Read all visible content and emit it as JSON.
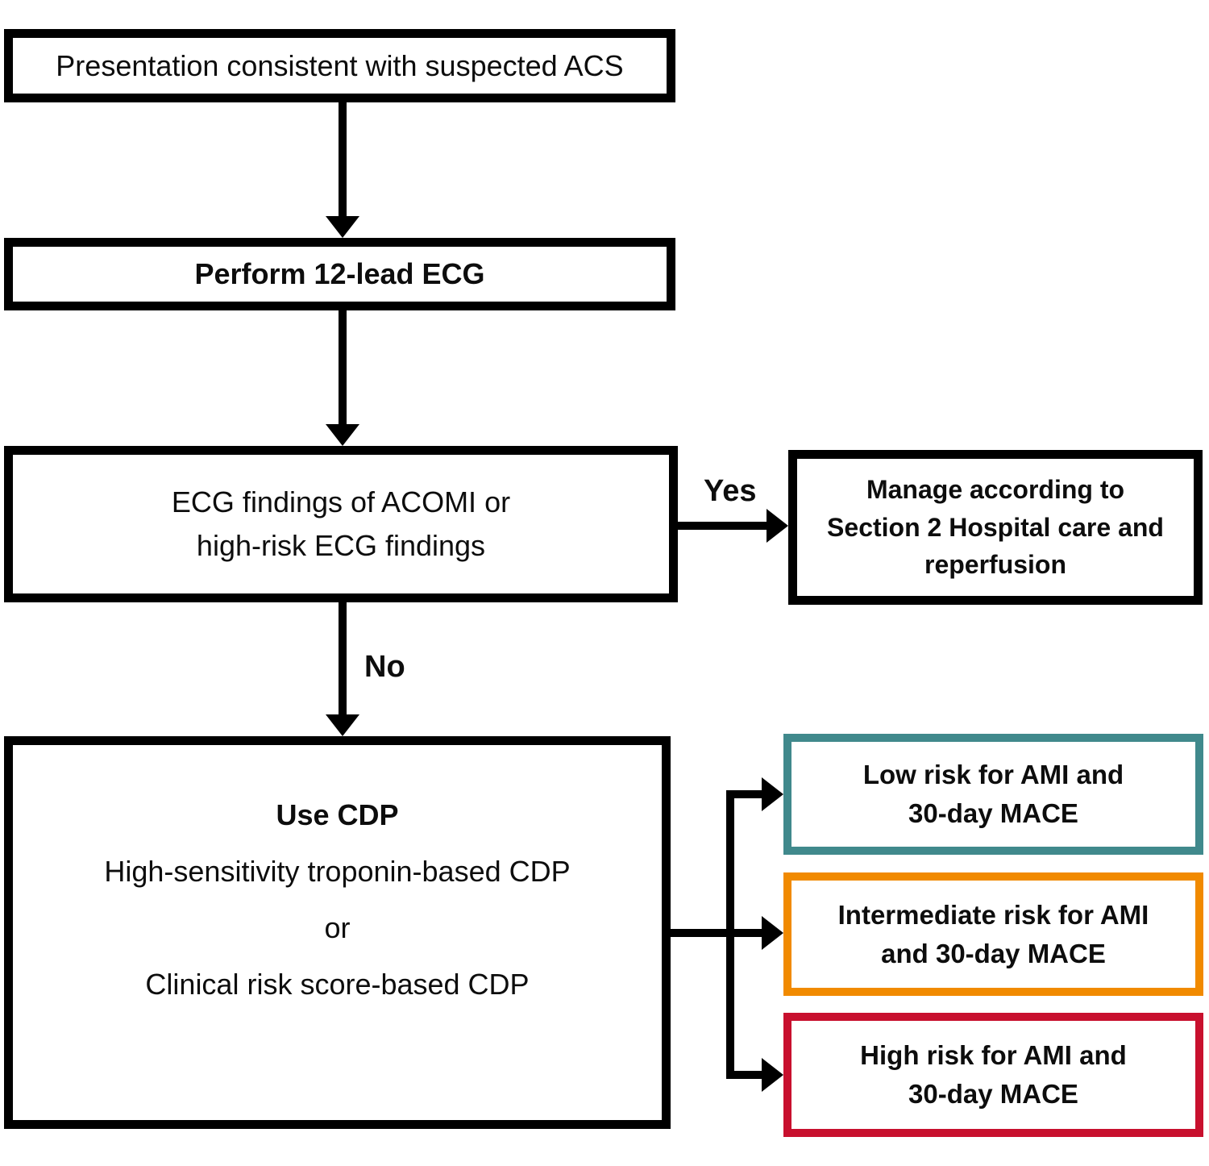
{
  "diagram": {
    "boxes": {
      "presentation": {
        "lines": [
          "Presentation consistent with suspected ACS"
        ]
      },
      "perform_ecg": {
        "lines": [
          "Perform 12-lead ECG"
        ]
      },
      "ecg_findings": {
        "lines": [
          "ECG findings of ACOMI or",
          "high-risk ECG findings"
        ]
      },
      "manage": {
        "lines": [
          "Manage according to",
          "Section 2 Hospital care and",
          "reperfusion"
        ]
      },
      "use_cdp": {
        "title": "Use CDP",
        "option1": "High-sensitivity troponin-based CDP",
        "separator": "or",
        "option2": "Clinical risk score-based CDP"
      },
      "low_risk": {
        "lines": [
          "Low risk for AMI and",
          "30-day MACE"
        ],
        "border_color": "#40898C"
      },
      "intermediate_risk": {
        "lines": [
          "Intermediate risk for AMI",
          "and 30-day MACE"
        ],
        "border_color": "#F18A00"
      },
      "high_risk": {
        "lines": [
          "High risk for AMI and",
          "30-day MACE"
        ],
        "border_color": "#C8102E"
      }
    },
    "edge_labels": {
      "yes": "Yes",
      "no": "No"
    },
    "colors": {
      "connector": "#000000",
      "box_border": "#000000",
      "background": "#FFFFFF",
      "text": "#0D0D0D",
      "low_risk_border": "#40898C",
      "intermediate_risk_border": "#F18A00",
      "high_risk_border": "#C8102E"
    }
  }
}
